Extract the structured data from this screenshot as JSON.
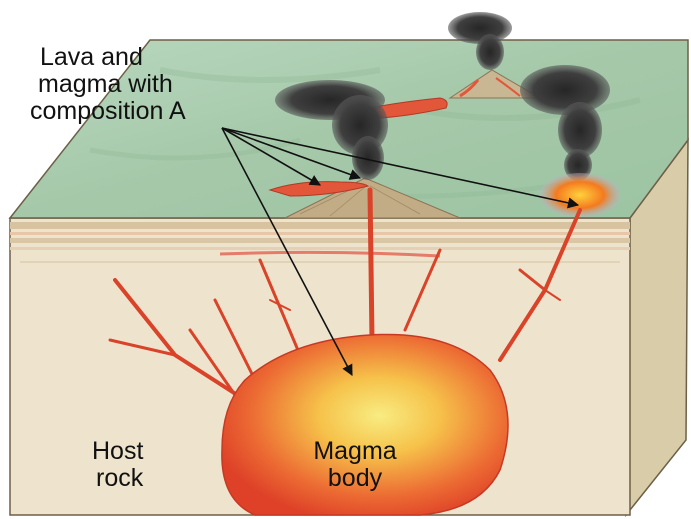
{
  "labels": {
    "lava_line1": "Lava and",
    "lava_line2": "magma with",
    "lava_line3": "composition A",
    "host_line1": "Host",
    "host_line2": "rock",
    "magma_line1": "Magma",
    "magma_line2": "body"
  },
  "colors": {
    "surface": "#a9ccae",
    "ground": "#ede3cc",
    "side_face": "#d8cba9",
    "magma_outer": "#e2472b",
    "magma_inner": "#f6e06a",
    "dike": "#d9432a",
    "smoke": "#3b3b3b",
    "arrow": "#111111"
  }
}
